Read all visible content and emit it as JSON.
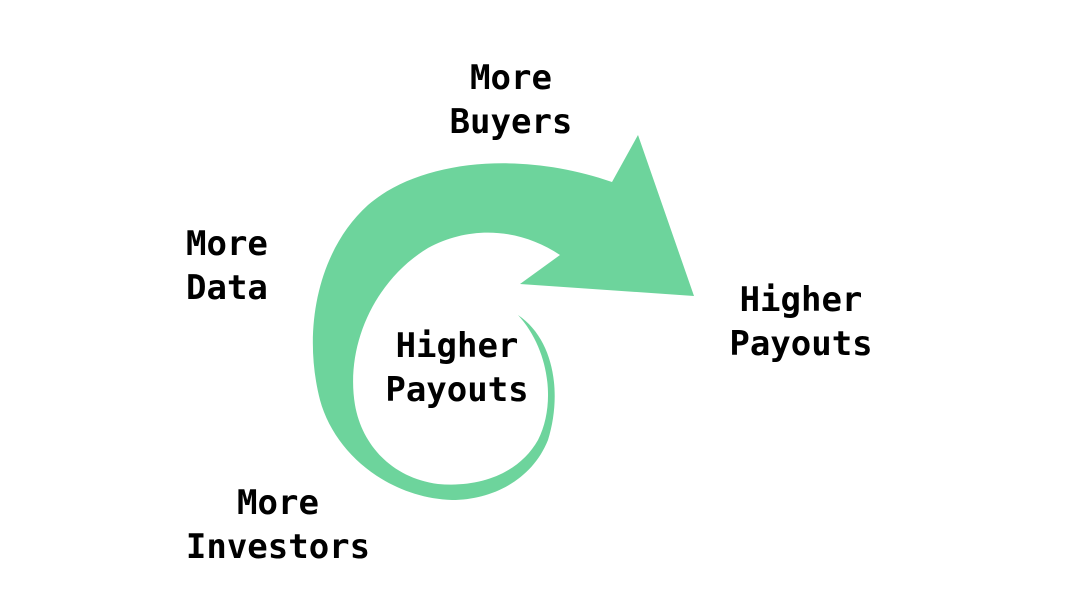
{
  "diagram": {
    "arrow_color": "#6dd49c",
    "text_color": "#000000",
    "labels": {
      "buyers": [
        "More",
        "Buyers"
      ],
      "data": [
        "More",
        "Data"
      ],
      "investors": [
        "More",
        "Investors"
      ],
      "inner_payouts": [
        "Higher",
        "Payouts"
      ],
      "outer_payouts": [
        "Higher",
        "Payouts"
      ]
    }
  }
}
